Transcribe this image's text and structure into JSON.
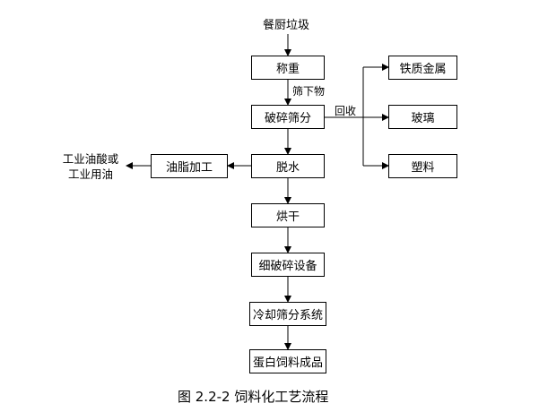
{
  "flowchart": {
    "input_label": "餐厨垃圾",
    "weigh": "称重",
    "screen_under_label": "筛下物",
    "crush_screen": "破碎筛分",
    "recycle_label": "回收",
    "iron_metal": "铁质金属",
    "glass": "玻璃",
    "plastic": "塑料",
    "dewater": "脱水",
    "grease_processing": "油脂加工",
    "industrial_oil_line1": "工业油酸或",
    "industrial_oil_line2": "工业用油",
    "drying": "烘干",
    "fine_crushing": "细破碎设备",
    "cooling_screening": "冷却筛分系统",
    "protein_feed_product": "蛋白饲料成品"
  },
  "caption": "图 2.2-2  饲料化工艺流程"
}
